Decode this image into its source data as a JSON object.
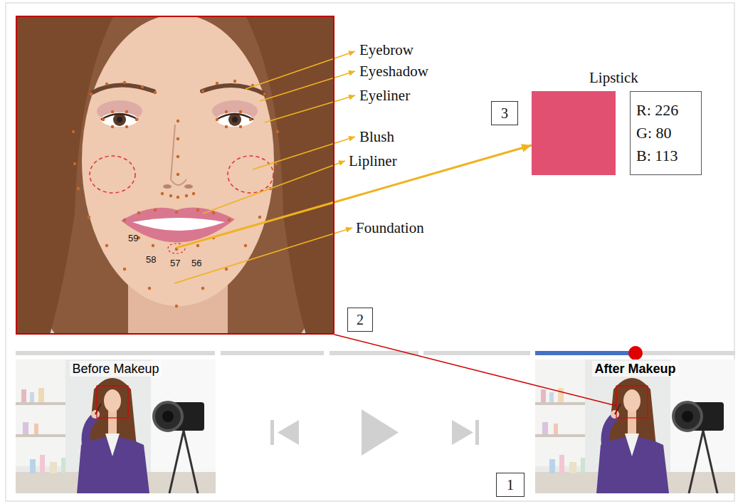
{
  "diagram": {
    "nodes": [
      {
        "text": [
          "59",
          "58",
          "57",
          "56"
        ]
      },
      {
        "text": [
          "3"
        ]
      },
      {
        "text": [
          "Lipstick"
        ]
      },
      {
        "text": [
          "R: 226",
          "G: 80",
          "B: 113"
        ]
      },
      {
        "text": [
          "2"
        ]
      },
      {
        "text": [
          "Before Makeup"
        ]
      },
      {
        "text": [
          "After Makeup"
        ]
      },
      {
        "text": [
          "1"
        ]
      }
    ],
    "edges": [
      {
        "from": 0,
        "to": 2,
        "arrow": "to"
      },
      {
        "from": 0,
        "to": 6,
        "arrow": "none"
      }
    ],
    "labels": [
      "Eyebrow",
      "Eyeshadow",
      "Eyeliner",
      "Blush",
      "Lipliner",
      "Foundation"
    ]
  }
}
